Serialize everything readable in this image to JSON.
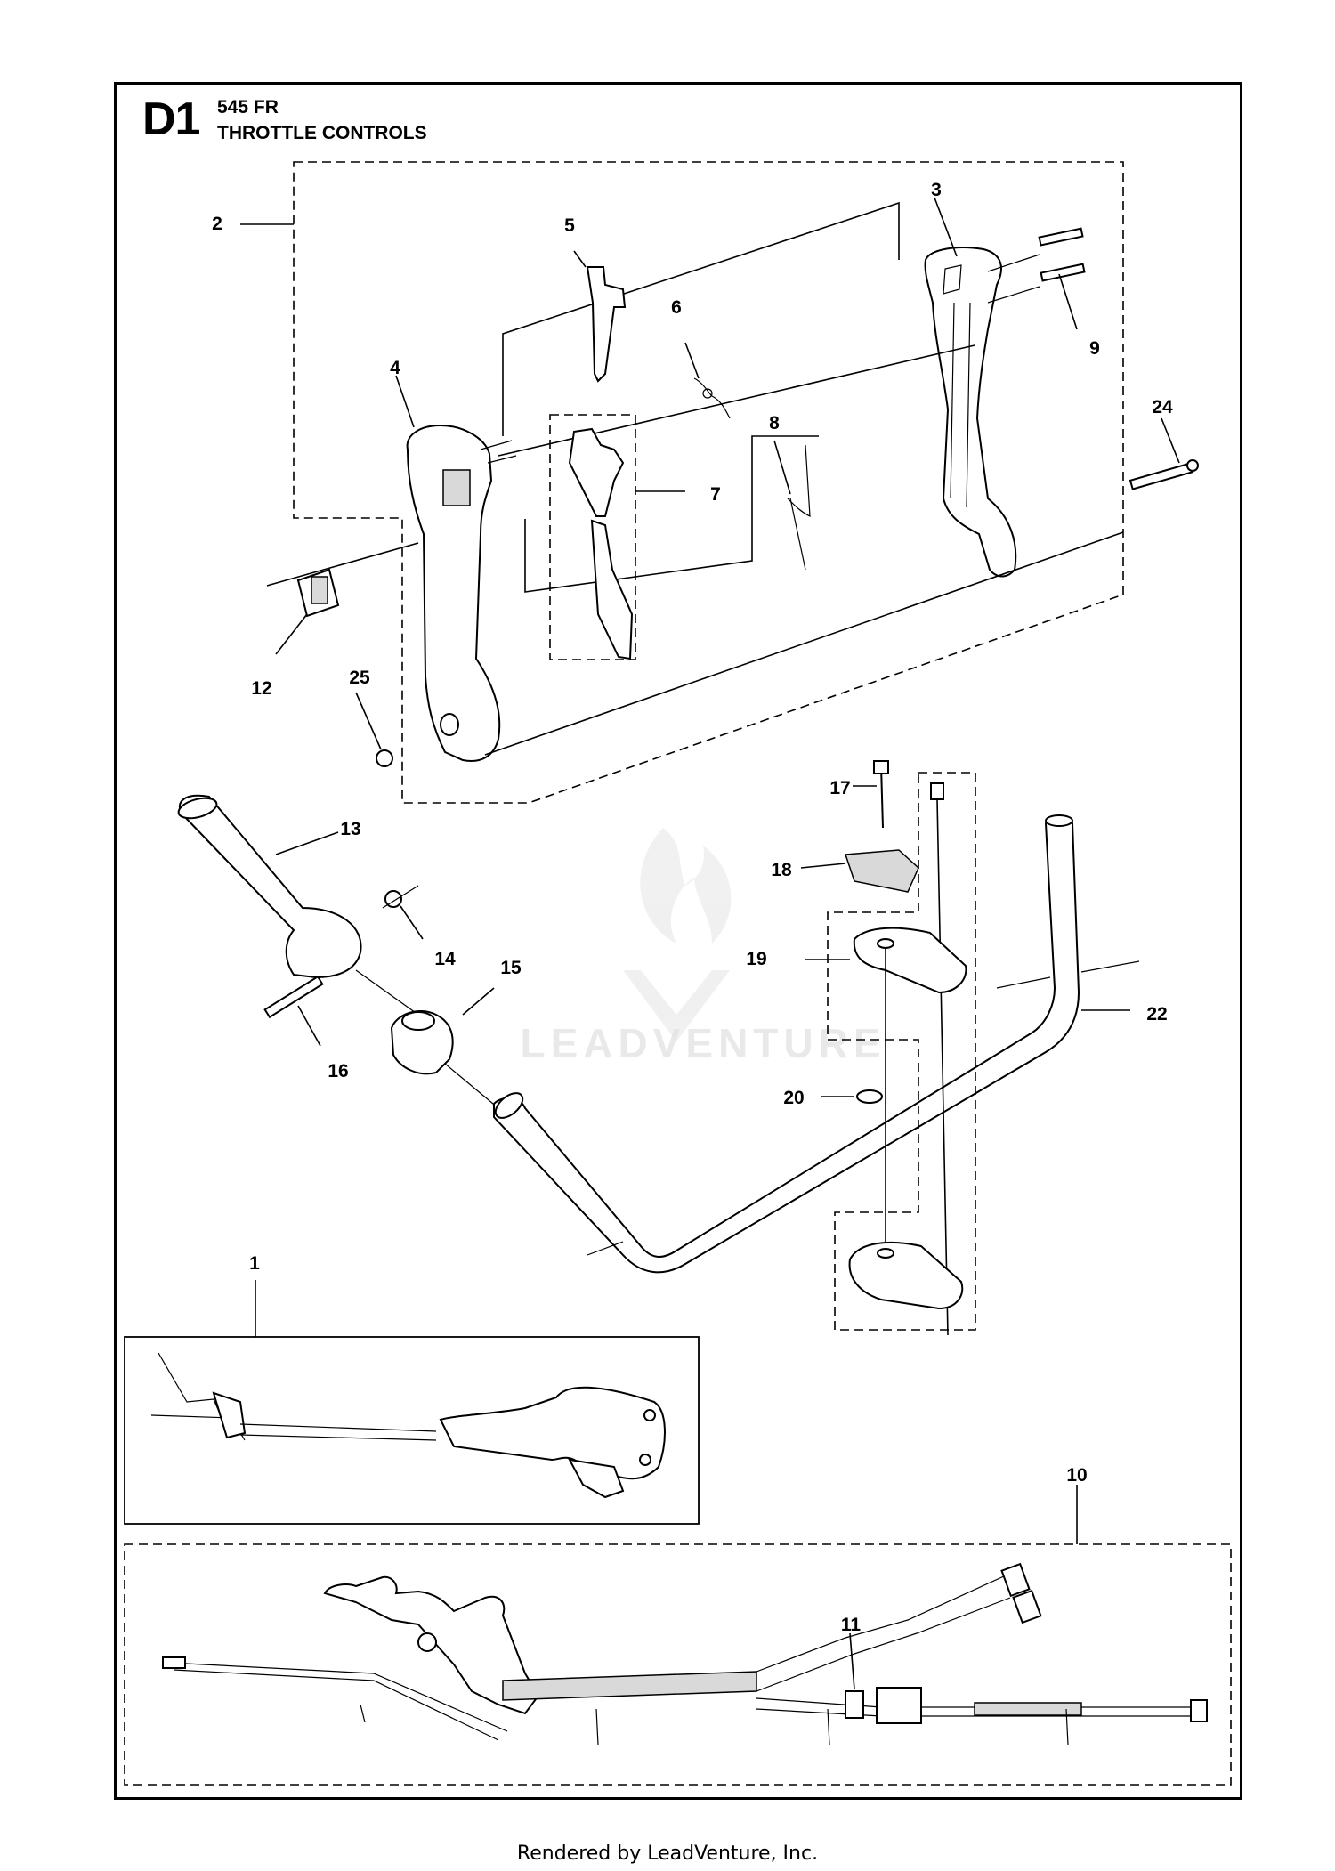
{
  "header": {
    "section_code": "D1",
    "model": "545 FR",
    "title": "THROTTLE CONTROLS"
  },
  "callouts": [
    {
      "id": "c1",
      "label": "1"
    },
    {
      "id": "c2",
      "label": "2"
    },
    {
      "id": "c3",
      "label": "3"
    },
    {
      "id": "c4",
      "label": "4"
    },
    {
      "id": "c5",
      "label": "5"
    },
    {
      "id": "c6",
      "label": "6"
    },
    {
      "id": "c7",
      "label": "7"
    },
    {
      "id": "c8",
      "label": "8"
    },
    {
      "id": "c9",
      "label": "9"
    },
    {
      "id": "c10",
      "label": "10"
    },
    {
      "id": "c11",
      "label": "11"
    },
    {
      "id": "c12",
      "label": "12"
    },
    {
      "id": "c13",
      "label": "13"
    },
    {
      "id": "c14",
      "label": "14"
    },
    {
      "id": "c15",
      "label": "15"
    },
    {
      "id": "c16",
      "label": "16"
    },
    {
      "id": "c17",
      "label": "17"
    },
    {
      "id": "c18",
      "label": "18"
    },
    {
      "id": "c19",
      "label": "19"
    },
    {
      "id": "c20",
      "label": "20"
    },
    {
      "id": "c22",
      "label": "22"
    },
    {
      "id": "c24",
      "label": "24"
    },
    {
      "id": "c25",
      "label": "25"
    }
  ],
  "watermark": {
    "text": "LEADVENTURE"
  },
  "footer": {
    "text": "Rendered by LeadVenture, Inc."
  },
  "colors": {
    "line": "#000000",
    "part_fill": "#ffffff",
    "part_shade": "#d9d9d9",
    "watermark": "#e9e9e9"
  }
}
